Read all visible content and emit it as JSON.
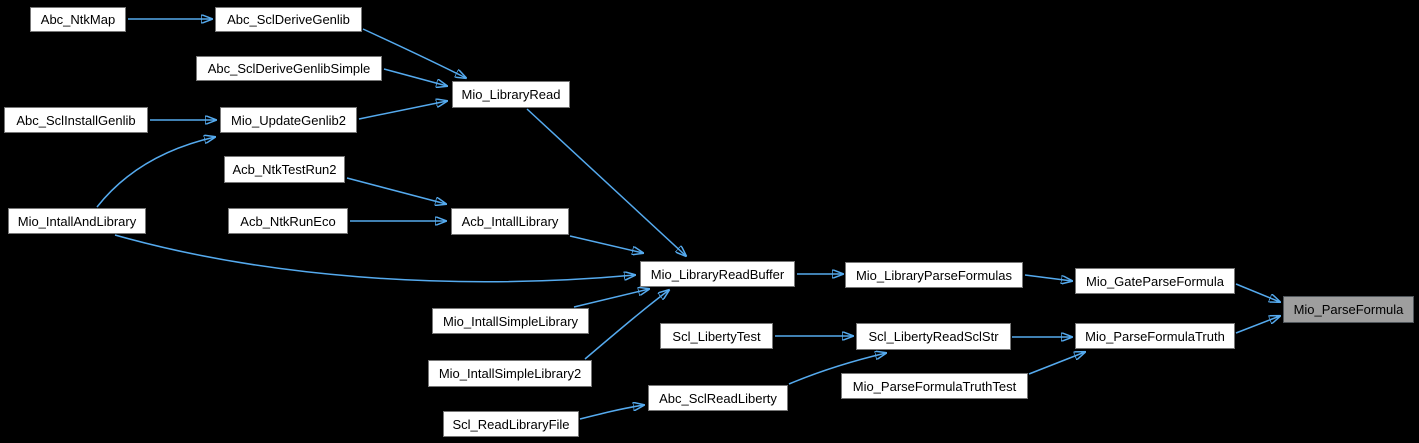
{
  "graph": {
    "kind": "function-call-graph",
    "highlighted_node": "Mio_ParseFormula",
    "colors": {
      "background": "#000000",
      "edge": "#55aaee",
      "node_fill": "#ffffff",
      "node_border": "#777777",
      "highlight_fill": "#9e9e9e",
      "highlight_border": "#50565b",
      "text": "#000000"
    },
    "nodes": [
      {
        "label": "Abc_NtkMap"
      },
      {
        "label": "Abc_SclDeriveGenlib"
      },
      {
        "label": "Abc_SclDeriveGenlibSimple"
      },
      {
        "label": "Mio_LibraryRead"
      },
      {
        "label": "Abc_SclInstallGenlib"
      },
      {
        "label": "Mio_UpdateGenlib2"
      },
      {
        "label": "Acb_NtkTestRun2"
      },
      {
        "label": "Mio_IntallAndLibrary"
      },
      {
        "label": "Acb_NtkRunEco"
      },
      {
        "label": "Acb_IntallLibrary"
      },
      {
        "label": "Mio_LibraryReadBuffer"
      },
      {
        "label": "Mio_LibraryParseFormulas"
      },
      {
        "label": "Mio_GateParseFormula"
      },
      {
        "label": "Mio_ParseFormula"
      },
      {
        "label": "Mio_IntallSimpleLibrary"
      },
      {
        "label": "Scl_LibertyTest"
      },
      {
        "label": "Scl_LibertyReadSclStr"
      },
      {
        "label": "Mio_ParseFormulaTruth"
      },
      {
        "label": "Mio_IntallSimpleLibrary2"
      },
      {
        "label": "Mio_ParseFormulaTruthTest"
      },
      {
        "label": "Abc_SclReadLiberty"
      },
      {
        "label": "Scl_ReadLibraryFile"
      }
    ],
    "edges": [
      {
        "from": "Abc_NtkMap",
        "to": "Abc_SclDeriveGenlib"
      },
      {
        "from": "Abc_SclDeriveGenlib",
        "to": "Mio_LibraryRead"
      },
      {
        "from": "Abc_SclDeriveGenlibSimple",
        "to": "Mio_LibraryRead"
      },
      {
        "from": "Abc_SclInstallGenlib",
        "to": "Mio_UpdateGenlib2"
      },
      {
        "from": "Mio_IntallAndLibrary",
        "to": "Mio_UpdateGenlib2"
      },
      {
        "from": "Mio_UpdateGenlib2",
        "to": "Mio_LibraryRead"
      },
      {
        "from": "Mio_LibraryRead",
        "to": "Mio_LibraryReadBuffer"
      },
      {
        "from": "Acb_NtkTestRun2",
        "to": "Acb_IntallLibrary"
      },
      {
        "from": "Acb_NtkRunEco",
        "to": "Acb_IntallLibrary"
      },
      {
        "from": "Acb_IntallLibrary",
        "to": "Mio_LibraryReadBuffer"
      },
      {
        "from": "Mio_IntallAndLibrary",
        "to": "Mio_LibraryReadBuffer"
      },
      {
        "from": "Mio_IntallSimpleLibrary",
        "to": "Mio_LibraryReadBuffer"
      },
      {
        "from": "Mio_IntallSimpleLibrary2",
        "to": "Mio_LibraryReadBuffer"
      },
      {
        "from": "Mio_LibraryReadBuffer",
        "to": "Mio_LibraryParseFormulas"
      },
      {
        "from": "Mio_LibraryParseFormulas",
        "to": "Mio_GateParseFormula"
      },
      {
        "from": "Mio_GateParseFormula",
        "to": "Mio_ParseFormula"
      },
      {
        "from": "Scl_LibertyTest",
        "to": "Scl_LibertyReadSclStr"
      },
      {
        "from": "Scl_LibertyReadSclStr",
        "to": "Mio_ParseFormulaTruth"
      },
      {
        "from": "Mio_ParseFormulaTruth",
        "to": "Mio_ParseFormula"
      },
      {
        "from": "Mio_ParseFormulaTruthTest",
        "to": "Mio_ParseFormulaTruth"
      },
      {
        "from": "Abc_SclReadLiberty",
        "to": "Scl_LibertyReadSclStr"
      },
      {
        "from": "Scl_ReadLibraryFile",
        "to": "Abc_SclReadLiberty"
      }
    ]
  }
}
